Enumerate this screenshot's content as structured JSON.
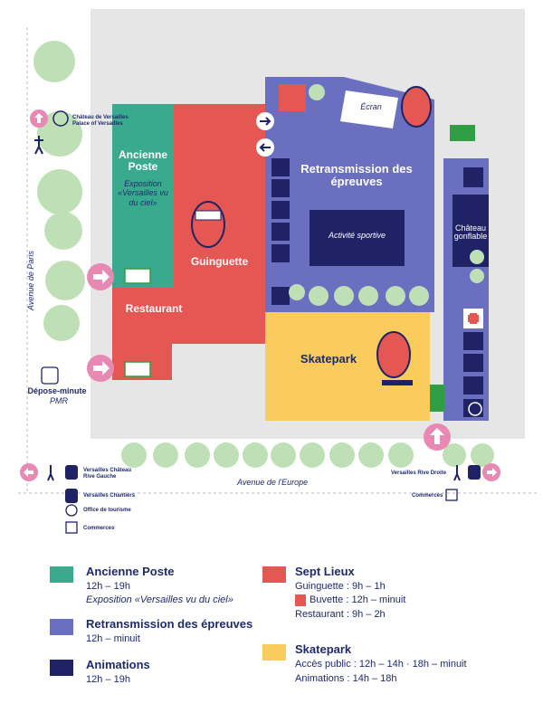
{
  "colors": {
    "green": "#3aaa8f",
    "red": "#e45752",
    "purple": "#6a6fc0",
    "navy": "#1f2366",
    "yellow": "#f9cc5d",
    "grey": "#e6e6e6",
    "tree": "#bfe0b6",
    "pink": "#e889b4"
  },
  "map": {
    "zones": {
      "ancienne_poste": "Ancienne Poste",
      "exposition": "Exposition «Versailles vu du ciel»",
      "guinguette": "Guinguette",
      "restaurant": "Restaurant",
      "retransmission": "Retransmission des épreuves",
      "activite": "Activité sportive",
      "skatepark": "Skatepark",
      "chateau_gonflable": "Château gonflable",
      "ecran": "Écran"
    },
    "places": {
      "chateau": "Château de Versailles",
      "palace": "Palace of Versailles",
      "depose": "Dépose-minute",
      "pmr": "PMR",
      "rive_gauche": "Versailles Château Rive Gauche",
      "chantiers": "Versailles Chantiers",
      "tourisme": "Office de tourisme",
      "commerces_left": "Commerces",
      "rive_droite": "Versailles Rive Droite",
      "commerces_right": "Commerces"
    },
    "streets": {
      "paris": "Avenue de Paris",
      "europe": "Avenue de l'Europe"
    }
  },
  "legend": {
    "ancienne_poste": {
      "title": "Ancienne Poste",
      "hours": "12h – 19h",
      "note": "Exposition «Versailles vu du ciel»"
    },
    "retransmission": {
      "title": "Retransmission des épreuves",
      "hours": "12h – minuit"
    },
    "animations": {
      "title": "Animations",
      "hours": "12h – 19h"
    },
    "sept_lieux": {
      "title": "Sept Lieux",
      "guinguette": "Guinguette : 9h – 1h",
      "buvette": "Buvette : 12h – minuit",
      "restaurant": "Restaurant : 9h – 2h"
    },
    "skatepark": {
      "title": "Skatepark",
      "acces": "Accès public : 12h – 14h · 18h – minuit",
      "animations": "Animations : 14h – 18h"
    }
  }
}
